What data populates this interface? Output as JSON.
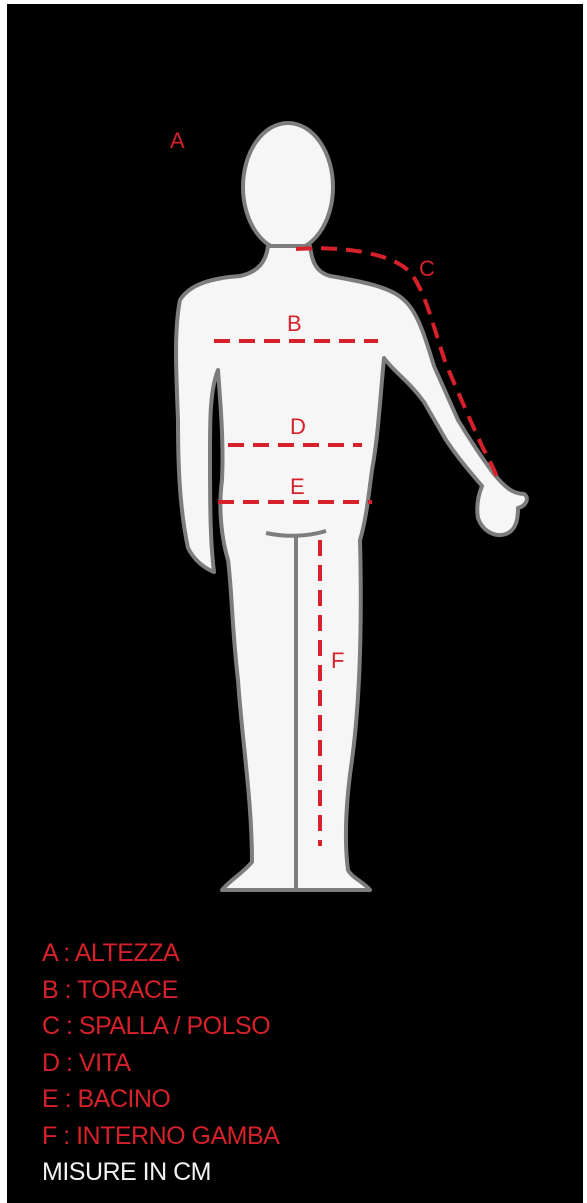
{
  "diagram": {
    "labels": {
      "a": "A",
      "b": "B",
      "c": "C",
      "d": "D",
      "e": "E",
      "f": "F"
    },
    "legend": [
      {
        "text": "A : ALTEZZA"
      },
      {
        "text": "B : TORACE"
      },
      {
        "text": "C : SPALLA / POLSO"
      },
      {
        "text": "D : VITA"
      },
      {
        "text": "E : BACINO"
      },
      {
        "text": "F : INTERNO GAMBA"
      }
    ],
    "note": "MISURE IN CM",
    "colors": {
      "background": "#000000",
      "measure": "#d6212a",
      "figure_fill": "#f6f6f6",
      "figure_outline": "#7d7d7d",
      "note": "#f2f2f2"
    }
  }
}
